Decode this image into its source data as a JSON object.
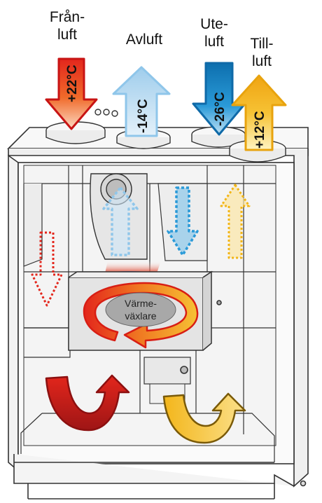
{
  "labels": {
    "franluft": "Frånluft",
    "avluft": "Avluft",
    "uteluft": "Uteluft",
    "tilluft": "Tilluft"
  },
  "label_lines": {
    "franluft": [
      "Från-",
      "luft"
    ],
    "avluft": [
      "Avluft"
    ],
    "uteluft": [
      "Ute-",
      "luft"
    ],
    "tilluft": [
      "Till-",
      "luft"
    ]
  },
  "temperatures": {
    "franluft": "+22°C",
    "avluft": "-14°C",
    "uteluft": "-26°C",
    "tilluft": "+12°C"
  },
  "exchanger": {
    "line1": "Värme-",
    "line2": "växlare"
  },
  "colors": {
    "franluft": "#e3261c",
    "avluft": "#a8d2ee",
    "uteluft": "#1a8fd0",
    "tilluft": "#f2b516",
    "outline": "#333333",
    "casing": "#f5f5f5"
  },
  "icons": {
    "franluft": "arrow-down-icon",
    "avluft": "arrow-up-icon",
    "uteluft": "arrow-down-icon",
    "tilluft": "arrow-up-icon"
  }
}
